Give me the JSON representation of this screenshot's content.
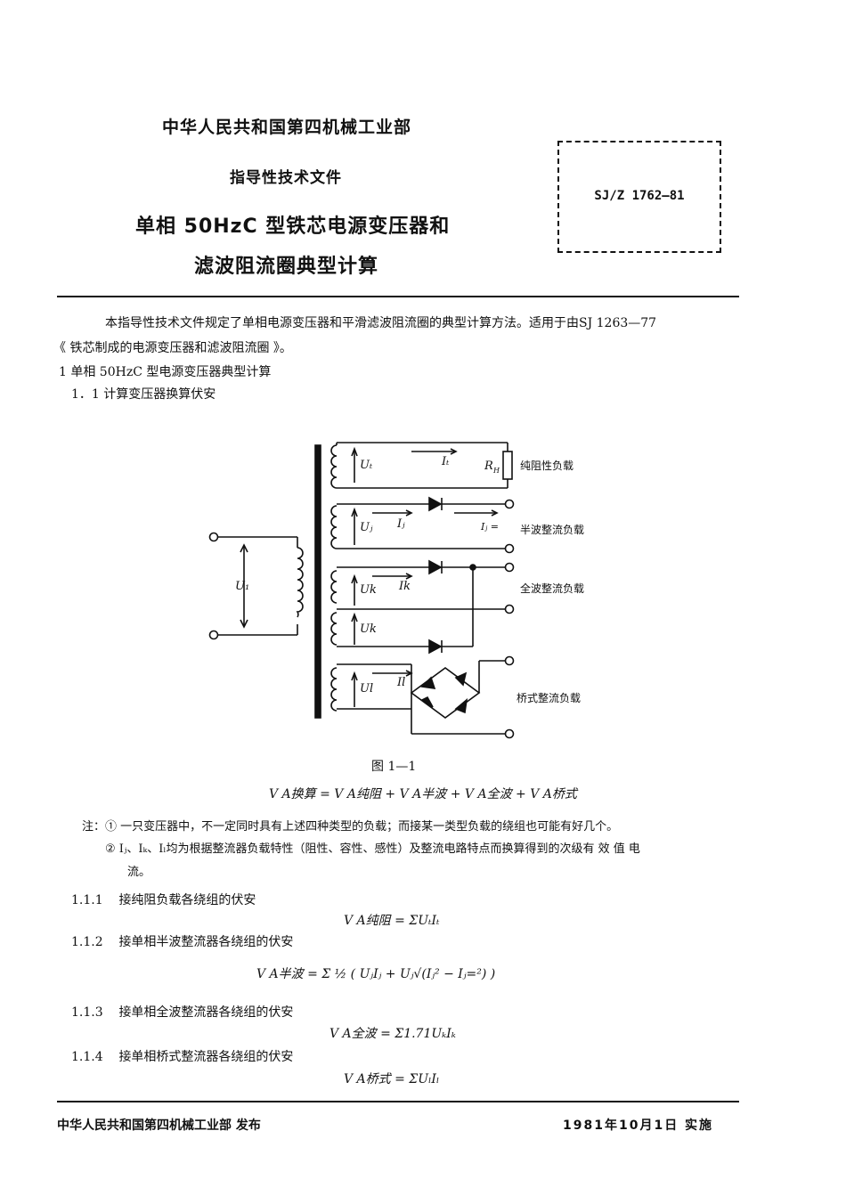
{
  "header": {
    "ministry": "中华人民共和国第四机械工业部",
    "doc_type": "指导性技术文件",
    "title_line1": "单相 50HzC 型铁芯电源变压器和",
    "title_line2": "滤波阻流圈典型计算",
    "standard_no": "SJ/Z 1762—81"
  },
  "intro": {
    "line1": "本指导性技术文件规定了单相电源变压器和平滑滤波阻流圈的典型计算方法。适用于由SJ 1263—77",
    "line2": "《 铁芯制成的电源变压器和滤波阻流圈 》。"
  },
  "sections": {
    "s1": "1   单相 50HzC 型电源变压器典型计算",
    "s1_1": "1．1   计算变压器换算伏安"
  },
  "figure": {
    "caption": "图 1—1",
    "labels": {
      "u1": "U₁",
      "ut": "Uₜ",
      "it": "Iₜ",
      "rh": "R",
      "rh_sub": "H",
      "uj": "Uⱼ",
      "ij": "Iⱼ",
      "ij_eq": "Iⱼ =",
      "uk1": "Uk",
      "ik": "Ik",
      "uk2": "Uk",
      "ul": "Ul",
      "il": "Il",
      "load_resistive": "纯阻性负载",
      "load_half": "半波整流负载",
      "load_full": "全波整流负载",
      "load_bridge": "桥式整流负载"
    }
  },
  "formula_main": "V A换算 = V A纯阻 + V A半波 + V A全波 + V A桥式",
  "notes": {
    "n1": "注：①  一只变压器中，不一定同时具有上述四种类型的负载；而接某一类型负载的绕组也可能有好几个。",
    "n2": "②  Iⱼ、Iₖ、Iₗ均为根据整流器负载特性（阻性、容性、感性）及整流电路特点而换算得到的次级有 效 值 电",
    "n2b": "流。"
  },
  "subsections": [
    {
      "num": "1.1.1",
      "title": "接纯阻负载各绕组的伏安",
      "formula": "V A纯阻 = ΣUₜIₜ"
    },
    {
      "num": "1.1.2",
      "title": "接单相半波整流器各绕组的伏安",
      "formula": "V A半波 = Σ ½ ( UⱼIⱼ + Uⱼ√(Iⱼ² − Iⱼ=²) )"
    },
    {
      "num": "1.1.3",
      "title": "接单相全波整流器各绕组的伏安",
      "formula": "V A全波 = Σ1.71UₖIₖ"
    },
    {
      "num": "1.1.4",
      "title": "接单相桥式整流器各绕组的伏安",
      "formula": "V A桥式 = ΣUₗIₗ"
    }
  ],
  "footer": {
    "publisher": "中华人民共和国第四机械工业部  发布",
    "date": "1981年10月1日  实施"
  }
}
